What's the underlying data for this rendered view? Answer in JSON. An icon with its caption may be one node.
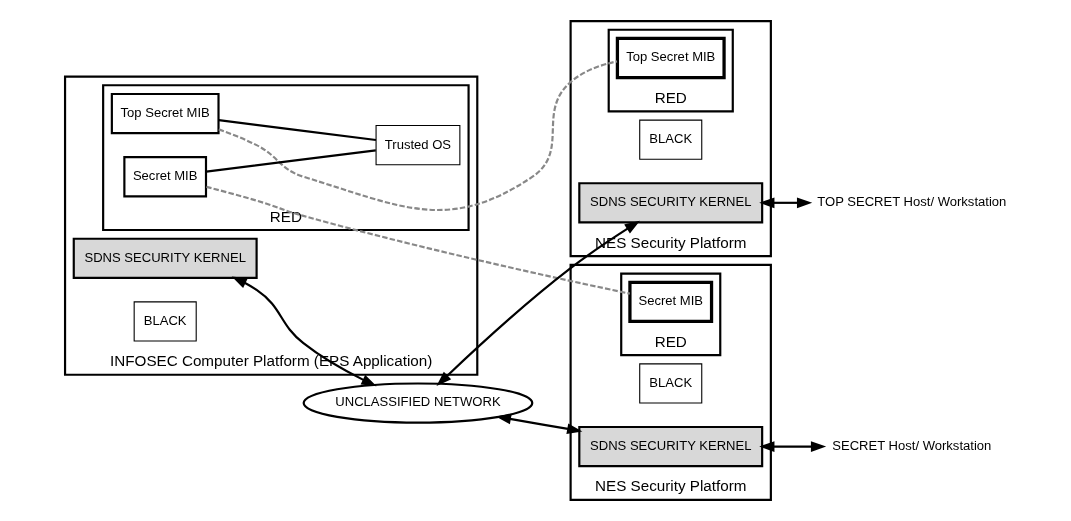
{
  "diagram": {
    "nodes": [
      {
        "text": [
          "INFOSEC Computer Platform (EPS Application)"
        ]
      },
      {
        "text": [
          "RED"
        ],
        "in": 0
      },
      {
        "text": [
          "Top Secret MIB"
        ],
        "in": 1
      },
      {
        "text": [
          "Secret MIB"
        ],
        "in": 1
      },
      {
        "text": [
          "Trusted OS"
        ],
        "in": 1
      },
      {
        "text": [
          "SDNS SECURITY KERNEL"
        ],
        "in": 0
      },
      {
        "text": [
          "BLACK"
        ],
        "in": 0
      },
      {
        "text": [
          "UNCLASSIFIED NETWORK"
        ]
      },
      {
        "text": [
          "NES Security Platform"
        ]
      },
      {
        "text": [
          "BLACK"
        ],
        "in": 8
      },
      {
        "text": [
          "SDNS SECURITY KERNEL"
        ],
        "in": 8
      },
      {
        "text": [
          "RED"
        ],
        "in": 8
      },
      {
        "text": [
          "Top Secret MIB"
        ],
        "in": 11
      },
      {
        "text": [
          "TOP SECRET Host/ Workstation"
        ]
      },
      {
        "text": [
          "NES Security Platform"
        ]
      },
      {
        "text": [
          "BLACK"
        ],
        "in": 14
      },
      {
        "text": [
          "SDNS SECURITY KERNEL"
        ],
        "in": 14
      },
      {
        "text": [
          "RED"
        ],
        "in": 14
      },
      {
        "text": [
          "Secret MIB"
        ],
        "in": 17
      },
      {
        "text": [
          "SECRET Host/ Workstation"
        ]
      }
    ],
    "edges": [
      {
        "from": 2,
        "to": 4,
        "arrow": "none"
      },
      {
        "from": 3,
        "to": 4,
        "arrow": "none"
      },
      {
        "from": 5,
        "to": 7,
        "arrow": "both"
      },
      {
        "from": 7,
        "to": 10,
        "arrow": "both"
      },
      {
        "from": 7,
        "to": 16,
        "arrow": "both"
      },
      {
        "from": 10,
        "to": 13,
        "arrow": "both"
      },
      {
        "from": 16,
        "to": 19,
        "arrow": "both"
      },
      {
        "from": 2,
        "to": 12,
        "arrow": "none",
        "style": "dashed",
        "color": "#888888"
      },
      {
        "from": 3,
        "to": 18,
        "arrow": "none",
        "style": "dashed",
        "color": "#888888"
      }
    ]
  }
}
